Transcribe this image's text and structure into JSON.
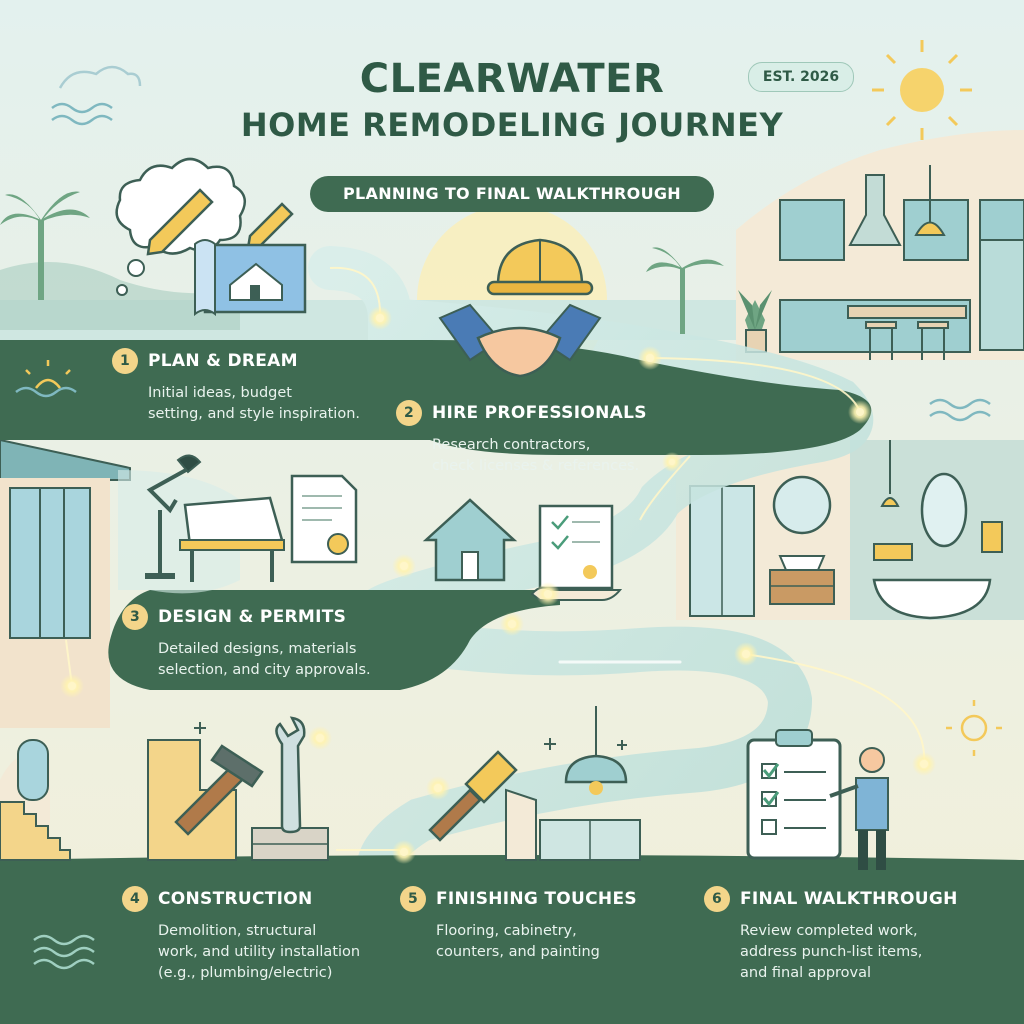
{
  "header": {
    "title_line1": "CLEARWATER",
    "title_line2": "HOME REMODELING JOURNEY",
    "badge": "EST. 2026",
    "subtitle": "PLANNING TO FINAL WALKTHROUGH"
  },
  "steps": [
    {
      "number": "1",
      "title": "PLAN & DREAM",
      "desc_lines": [
        "Initial ideas, budget",
        "setting, and style inspiration."
      ]
    },
    {
      "number": "2",
      "title": "HIRE PROFESSIONALS",
      "desc_lines": [
        "Research contractors,",
        "check licenses & references."
      ]
    },
    {
      "number": "3",
      "title": "DESIGN & PERMITS",
      "desc_lines": [
        "Detailed designs, materials",
        "selection, and city approvals."
      ]
    },
    {
      "number": "4",
      "title": "CONSTRUCTION",
      "desc_lines": [
        "Demolition, structural",
        "work, and utility installation",
        "(e.g., plumbing/electric)"
      ]
    },
    {
      "number": "5",
      "title": "FINISHING TOUCHES",
      "desc_lines": [
        "Flooring, cabinetry,",
        "counters, and painting"
      ]
    },
    {
      "number": "6",
      "title": "FINAL WALKTHROUGH",
      "desc_lines": [
        "Review completed work,",
        "address punch-list items,",
        "and final approval"
      ]
    }
  ],
  "colors": {
    "band": "#3f6b52",
    "accent": "#f3d58a",
    "title": "#2f5a46",
    "water": "#bfe0dc",
    "glow": "#fff6c9"
  },
  "icons": [
    "thought-cloud-pencil-icon",
    "blueprint-icon",
    "hard-hat-icon",
    "handshake-icon",
    "drafting-table-icon",
    "permit-certificate-icon",
    "house-icon",
    "contract-scroll-icon",
    "hammer-icon",
    "wrench-icon",
    "paintbrush-icon",
    "pendant-lamp-icon",
    "checklist-clipboard-icon",
    "inspector-person-icon",
    "sun-icon",
    "palm-tree-icon",
    "wave-icon"
  ]
}
